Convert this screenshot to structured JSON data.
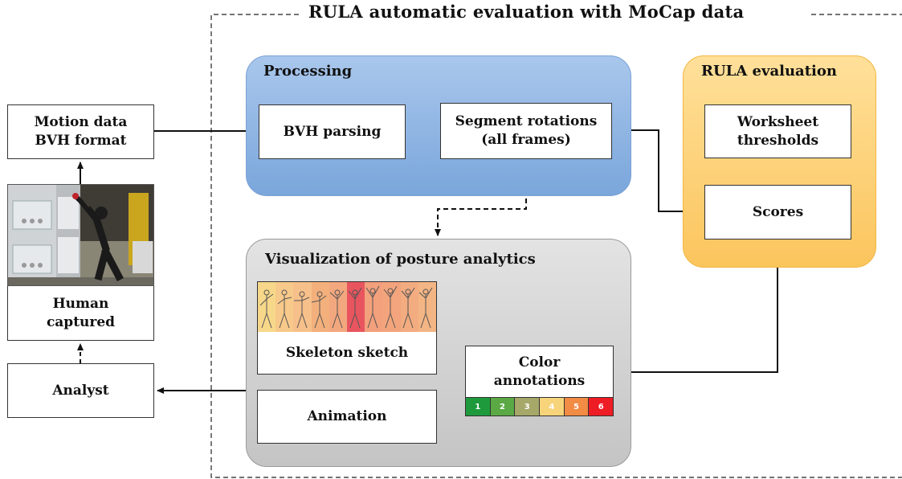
{
  "title": "RULA automatic evaluation with MoCap data",
  "groups": {
    "processing": "Processing",
    "rula": "RULA evaluation",
    "visualization": "Visualization of posture analytics"
  },
  "boxes": {
    "motion_data": "Motion data\nBVH format",
    "human_captured": "Human\ncaptured",
    "analyst": "Analyst",
    "bvh_parsing": "BVH parsing",
    "segment_rotations": "Segment rotations\n(all frames)",
    "worksheet_thresholds": "Worksheet\nthresholds",
    "scores": "Scores",
    "skeleton_sketch": "Skeleton sketch",
    "animation": "Animation",
    "color_annotations": "Color\nannotations"
  },
  "color_scale": [
    {
      "label": "1",
      "color": "#1e9a3c"
    },
    {
      "label": "2",
      "color": "#5aa944"
    },
    {
      "label": "3",
      "color": "#a5a869"
    },
    {
      "label": "4",
      "color": "#f7d37a"
    },
    {
      "label": "5",
      "color": "#f28b43"
    },
    {
      "label": "6",
      "color": "#ee1c25"
    }
  ],
  "strip_colors": [
    "#f7d88a",
    "#f7c98a",
    "#f7c08a",
    "#f3b07c",
    "#f3a77e",
    "#e8555e",
    "#f3a07c",
    "#f3a47c",
    "#f3ac80",
    "#f3b584"
  ]
}
